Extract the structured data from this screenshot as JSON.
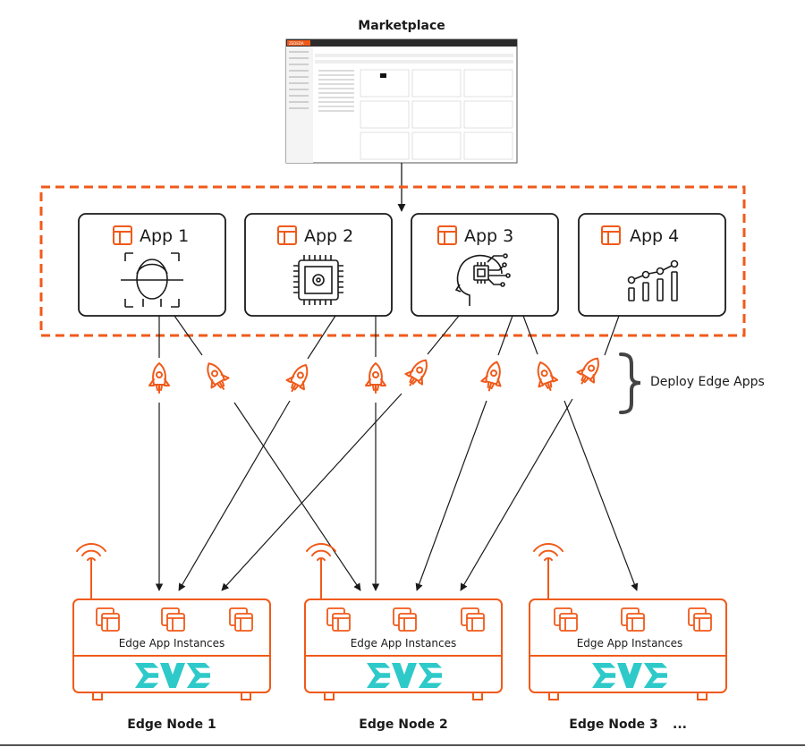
{
  "marketplace": {
    "title": "Marketplace",
    "brand": "ZEDEDA"
  },
  "apps": [
    {
      "label": "App 1",
      "icon": "face-scan-icon"
    },
    {
      "label": "App 2",
      "icon": "chip-icon"
    },
    {
      "label": "App 3",
      "icon": "ai-head-icon"
    },
    {
      "label": "App 4",
      "icon": "growth-chart-icon"
    }
  ],
  "deploy_label": "Deploy Edge Apps",
  "nodes": [
    {
      "instances_label": "Edge App Instances",
      "name": "Edge Node 1"
    },
    {
      "instances_label": "Edge App Instances",
      "name": "Edge Node 2"
    },
    {
      "instances_label": "Edge App Instances",
      "name": "Edge Node 3"
    }
  ],
  "ellipsis": "...",
  "colors": {
    "accent": "#f05a1a",
    "logo": "#2ec9c9",
    "line": "#1a1a1a",
    "brace": "#444444"
  }
}
